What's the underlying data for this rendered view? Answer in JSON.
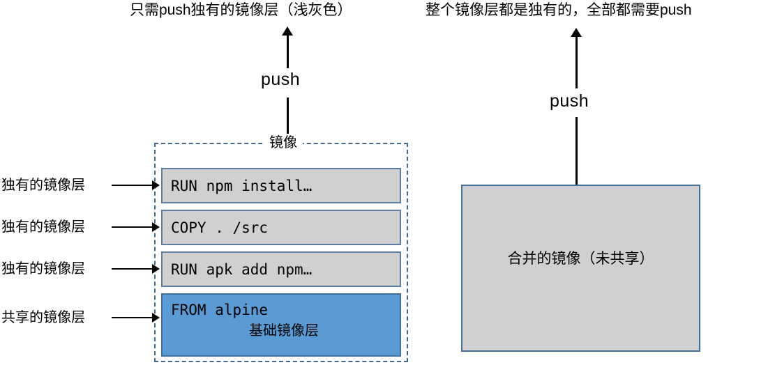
{
  "titles": {
    "left": "只需push独有的镜像层（浅灰色）",
    "right": "整个镜像层都是独有的，全部都需要push"
  },
  "arrows": {
    "left_push_label": "push",
    "right_push_label": "push"
  },
  "image_box": {
    "label": "镜像",
    "layers": [
      {
        "text": "RUN npm install…",
        "type": "unique"
      },
      {
        "text": "COPY . /src",
        "type": "unique"
      },
      {
        "text": "RUN apk add npm…",
        "type": "unique"
      }
    ],
    "base_layer": {
      "text": "FROM alpine",
      "caption": "基础镜像层"
    }
  },
  "side_labels": [
    "独有的镜像层",
    "独有的镜像层",
    "独有的镜像层",
    "共享的镜像层"
  ],
  "merged_box": {
    "label": "合并的镜像（未共享）"
  },
  "colors": {
    "unique_layer_fill": "#d0d0d0",
    "unique_layer_border": "#5b7fa3",
    "base_layer_fill": "#5b9bd5",
    "base_layer_border": "#41719c",
    "dashed_border": "#44688c",
    "merged_fill": "#d0d0d0",
    "merged_border": "#41719c",
    "arrow": "#000000",
    "background": "#ffffff"
  }
}
